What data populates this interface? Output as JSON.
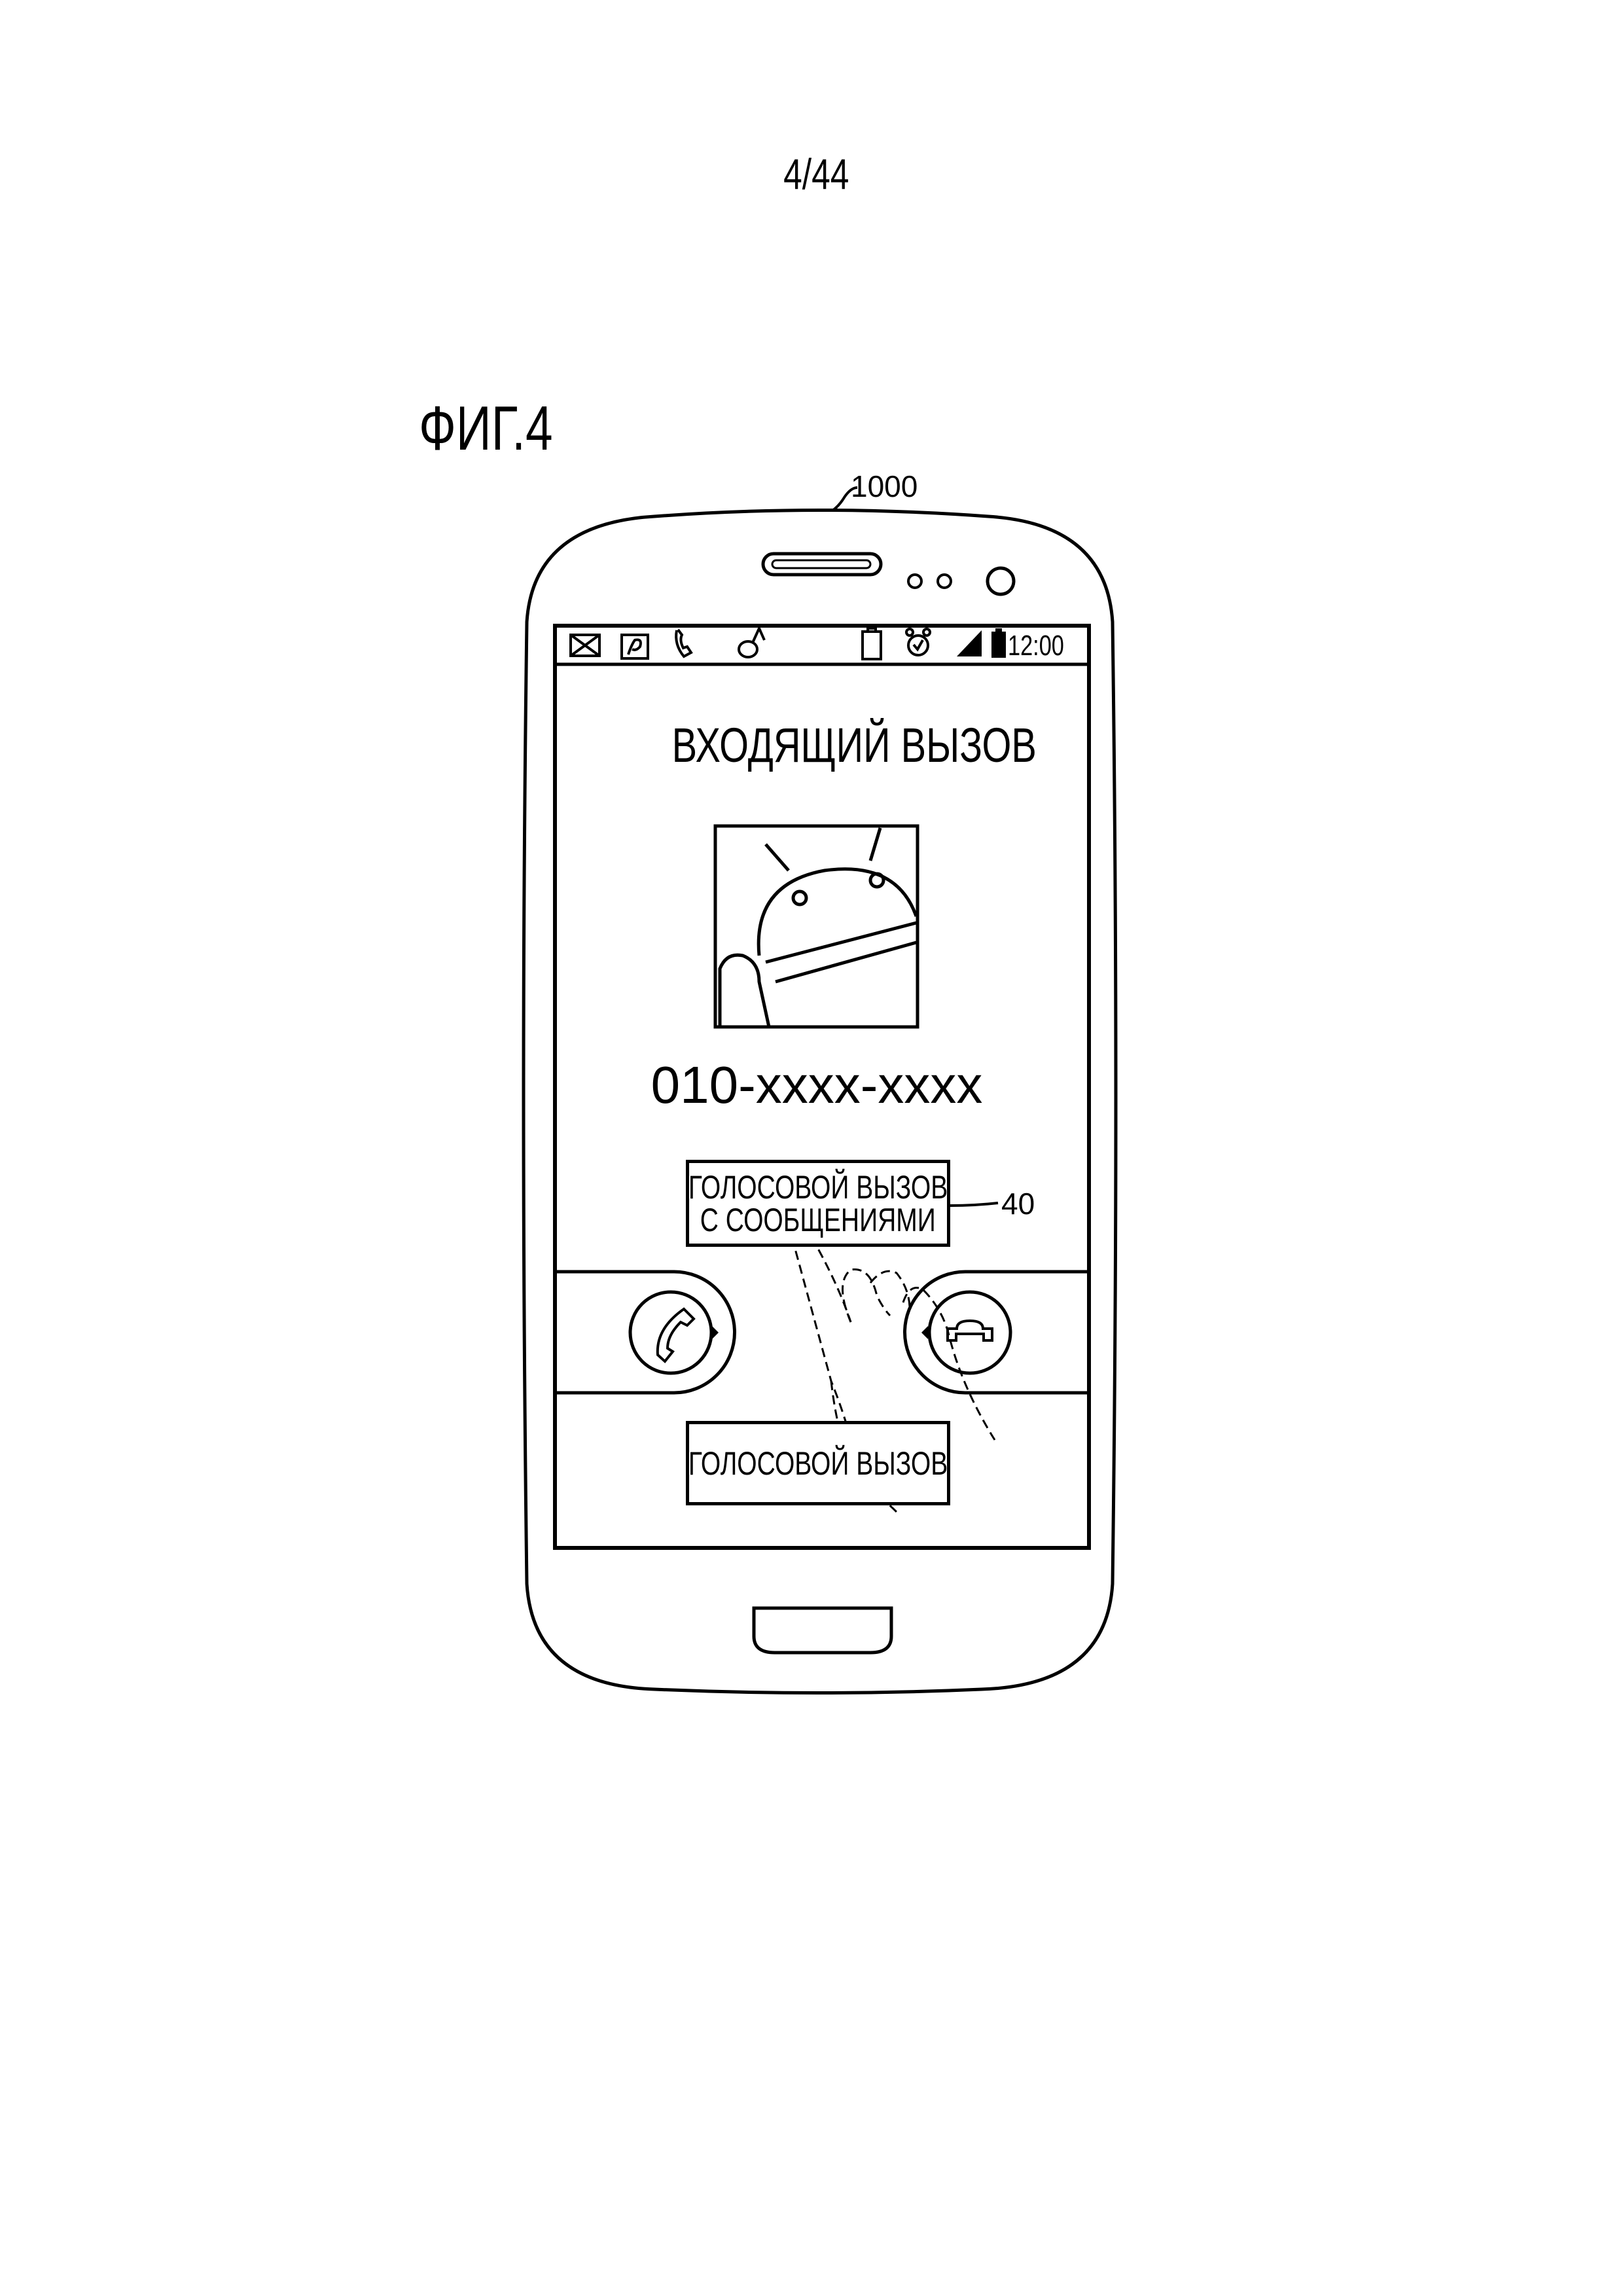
{
  "page_number": "4/44",
  "figure_label": "ФИГ.4",
  "reference_labels": {
    "device": "1000",
    "message_call_button": "40"
  },
  "status_bar": {
    "left_icons": [
      "mail-icon",
      "note-icon",
      "phone-icon",
      "music-icon"
    ],
    "right_icons": [
      "battery-outline-icon",
      "alarm-icon",
      "signal-icon",
      "battery-full-icon"
    ],
    "time": "12:00"
  },
  "screen": {
    "title": "ВХОДЯЩИЙ ВЫЗОВ",
    "caller_photo": "android-avatar",
    "phone_number": "010-xxxx-xxxx",
    "message_call_button": {
      "line1": "ГОЛОСОВОЙ ВЫЗОВ",
      "line2": "С СООБЩЕНИЯМИ"
    },
    "voice_call_button": "ГОЛОСОВОЙ ВЫЗОВ",
    "accept_icon": "phone-accept-icon",
    "reject_icon": "phone-reject-icon"
  }
}
